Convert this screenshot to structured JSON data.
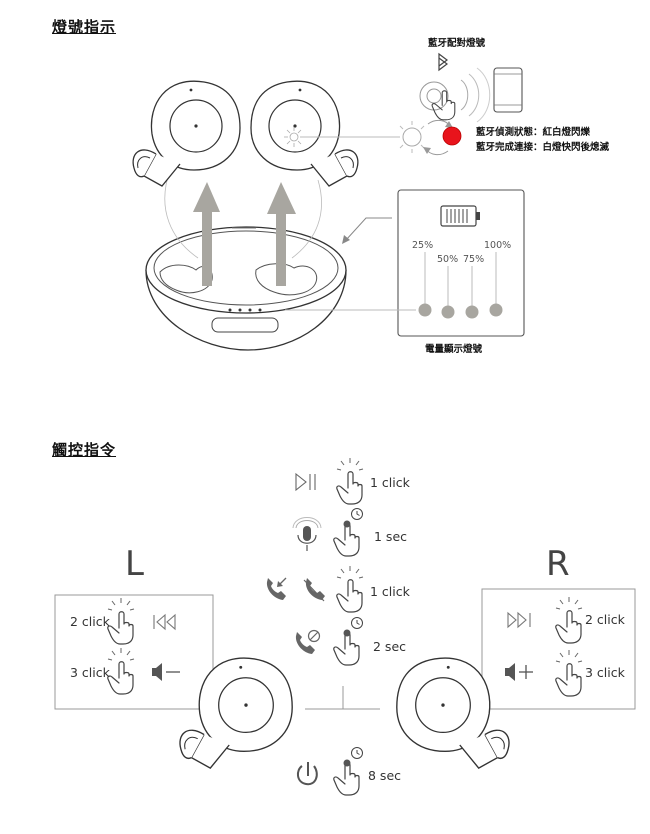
{
  "section_indicator": {
    "title": "燈號指示",
    "pairing_title": "藍牙配對燈號",
    "status_lines": [
      "藍牙偵測狀態：紅白燈閃爍",
      "藍牙完成連接：白燈快閃後熄滅"
    ],
    "battery_levels": [
      "25%",
      "50%",
      "75%",
      "100%"
    ],
    "battery_caption": "電量顯示燈號",
    "red_led_color": "#e8141c"
  },
  "section_touch": {
    "title": "觸控指令",
    "left_label": "L",
    "right_label": "R",
    "center_gestures": [
      "1 click",
      "1 sec",
      "1 click",
      "2 sec",
      "8 sec"
    ],
    "center_icons": [
      "play-pause-icon",
      "voice-assistant-icon",
      "answer-call-icon",
      "reject-call-icon",
      "power-icon"
    ],
    "left_gestures": [
      "2 click",
      "3 click"
    ],
    "left_icons": [
      "previous-track-icon",
      "volume-down-icon"
    ],
    "right_gestures": [
      "2 click",
      "3 click"
    ],
    "right_icons": [
      "next-track-icon",
      "volume-up-icon"
    ]
  }
}
